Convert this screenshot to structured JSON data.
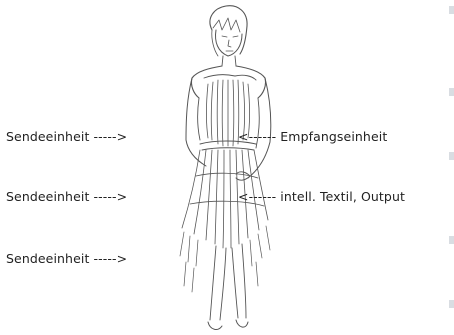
{
  "labels": {
    "sender_top": "Sendeeinheit ----->",
    "sender_middle": "Sendeeinheit ----->",
    "sender_bottom": "Sendeeinheit ----->",
    "receiver": "<------ Empfangseinheit",
    "textile_output": "<------ intell. Textil, Output"
  }
}
